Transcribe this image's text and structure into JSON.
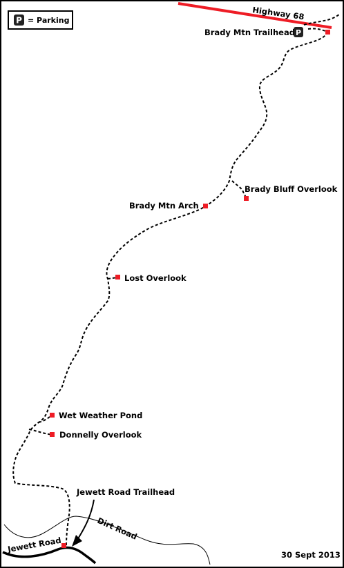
{
  "legend": {
    "icon_letter": "P",
    "text": "= Parking"
  },
  "roads": {
    "highway": "Highway 68",
    "dirt_road": "Dirt Road",
    "jewett_road": "Jewett Road"
  },
  "points": {
    "trailhead_north": "Brady Mtn Trailhead",
    "parking_icon": "P",
    "bluff_overlook": "Brady Bluff Overlook",
    "arch": "Brady Mtn Arch",
    "lost_overlook": "Lost Overlook",
    "pond": "Wet Weather Pond",
    "donnelly_overlook": "Donnelly Overlook",
    "trailhead_south": "Jewett Road Trailhead"
  },
  "date": "30 Sept 2013",
  "colors": {
    "highway": "#ee1c25",
    "marker": "#ee1c25",
    "trail": "#000000",
    "border": "#000000"
  }
}
